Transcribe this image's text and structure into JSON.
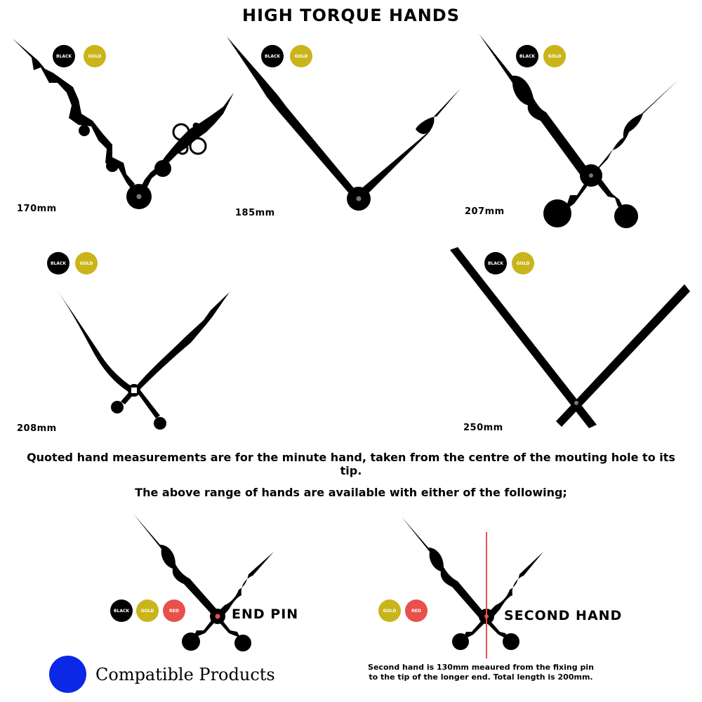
{
  "title": "HIGH TORQUE HANDS",
  "hands": [
    {
      "size": "170mm",
      "colors": [
        "BLACK",
        "GOLD"
      ]
    },
    {
      "size": "185mm",
      "colors": [
        "BLACK",
        "GOLD"
      ]
    },
    {
      "size": "207mm",
      "colors": [
        "BLACK",
        "GOLD"
      ]
    },
    {
      "size": "208mm",
      "colors": [
        "BLACK",
        "GOLD"
      ]
    },
    {
      "size": "250mm",
      "colors": [
        "BLACK",
        "GOLD"
      ]
    }
  ],
  "note1": "Quoted hand measurements are for the minute hand, taken from the centre of the mouting hole to its tip.",
  "note2": "The above range of hands are available with either of the following;",
  "options": [
    {
      "label": "END PIN",
      "colors": [
        "BLACK",
        "GOLD",
        "RED"
      ]
    },
    {
      "label": "SECOND HAND",
      "colors": [
        "GOLD",
        "RED"
      ]
    }
  ],
  "second_hand_note": "Second hand is 130mm meaured from the fixing pin to the tip of the longer end. Total length is 200mm.",
  "compatible_label": "Compatible Products",
  "colors": {
    "black": "#000000",
    "gold": "#c9b51a",
    "red": "#e8504a",
    "compat_blue": "#0a28e6"
  }
}
